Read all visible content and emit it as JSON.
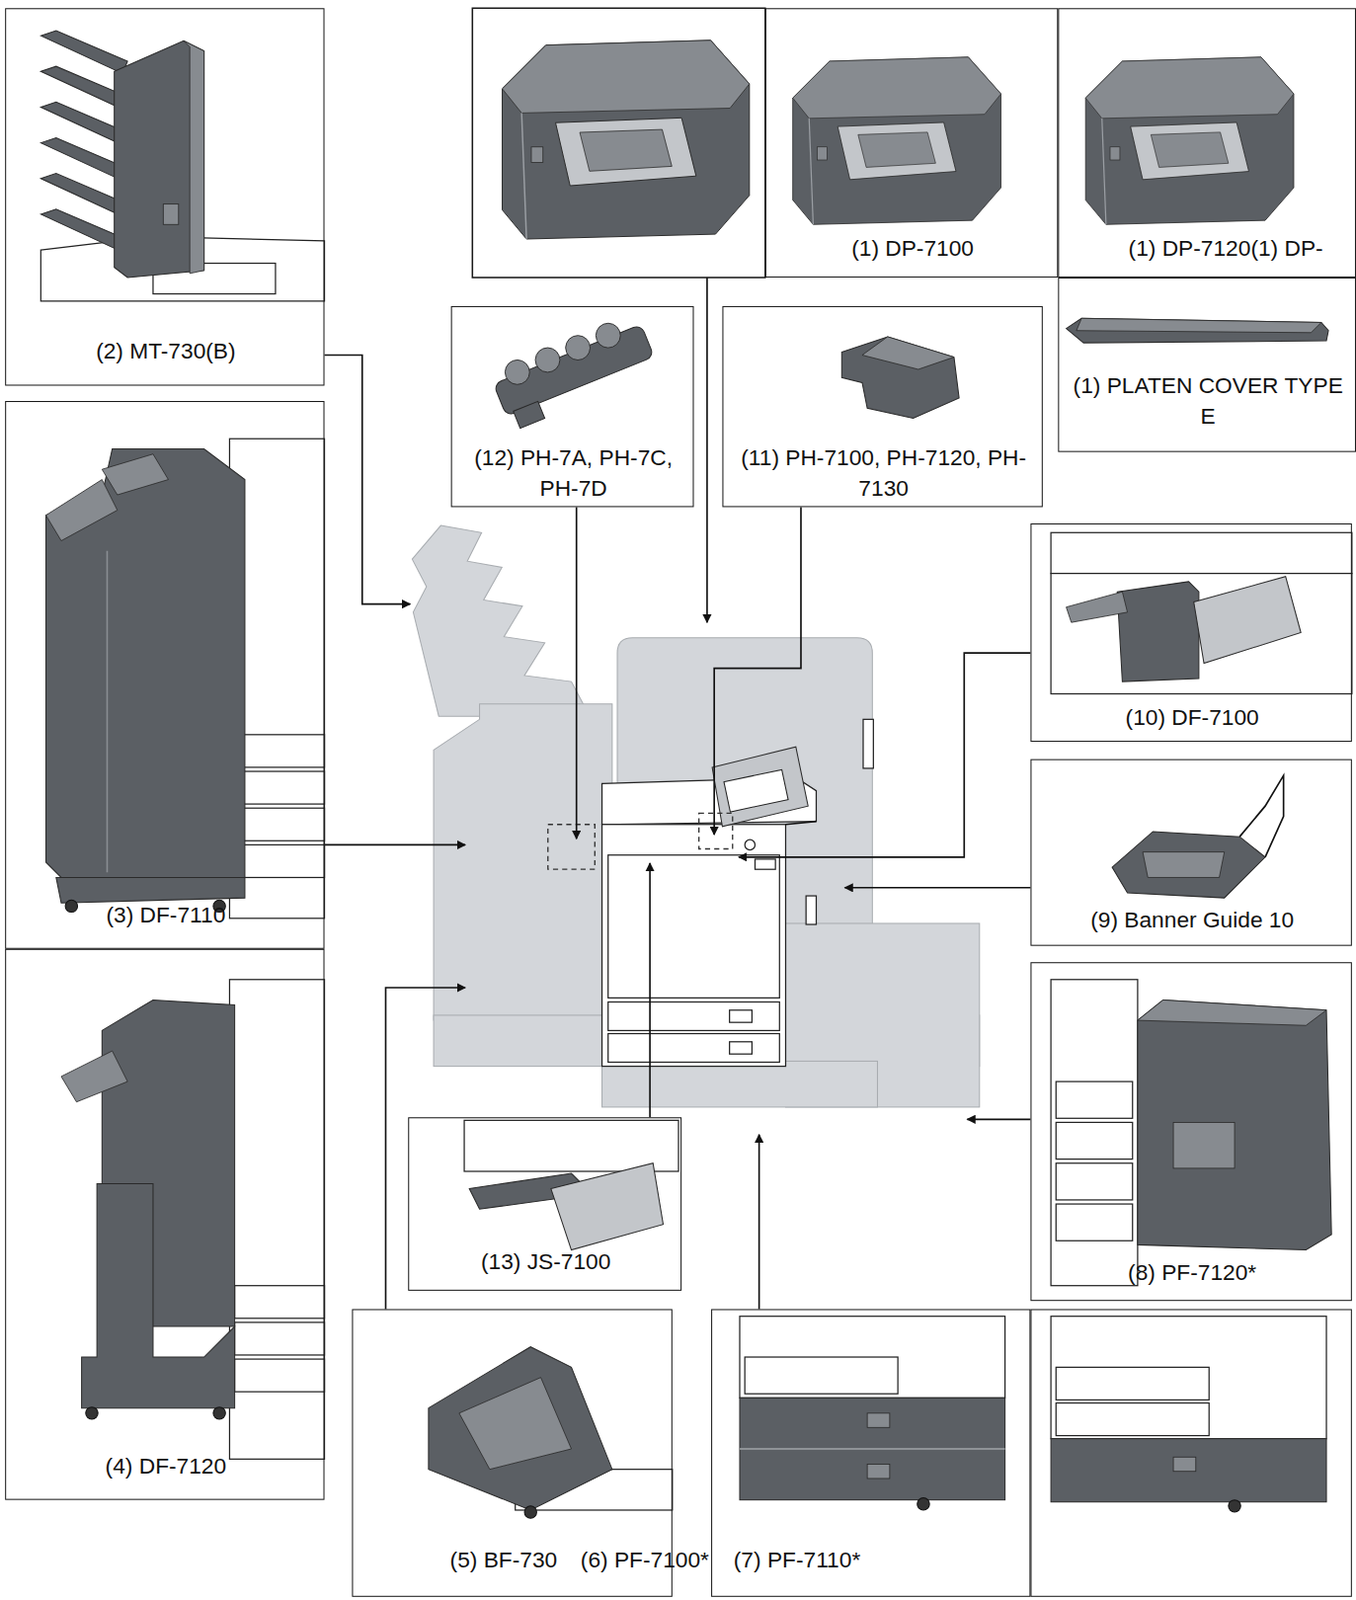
{
  "diagram": {
    "nodes": [
      {
        "text": [
          "(2) MT-730(B)"
        ]
      },
      {
        "text": [
          "(1) DP-7100"
        ]
      },
      {
        "text": [
          "(1) DP-7120(1) DP-"
        ]
      },
      {
        "text": [
          "(1) PLATEN COVER TYPE E"
        ]
      },
      {
        "text": [
          "(12) PH-7A, PH-7C, PH-7D"
        ]
      },
      {
        "text": [
          "(11) PH-7100, PH-7120, PH-7130"
        ]
      },
      {
        "text": [
          "(3) DF-7110"
        ]
      },
      {
        "text": [
          "(10) DF-7100"
        ]
      },
      {
        "text": [
          "(9) Banner Guide 10"
        ]
      },
      {
        "text": [
          "(4) DF-7120"
        ]
      },
      {
        "text": [
          "(8) PF-7120*"
        ]
      },
      {
        "text": [
          "(13) JS-7100"
        ]
      },
      {
        "text": [
          "(5) BF-730"
        ]
      },
      {
        "text": [
          "(6) PF-7100*"
        ]
      },
      {
        "text": [
          "(7) PF-7110*"
        ]
      }
    ]
  }
}
